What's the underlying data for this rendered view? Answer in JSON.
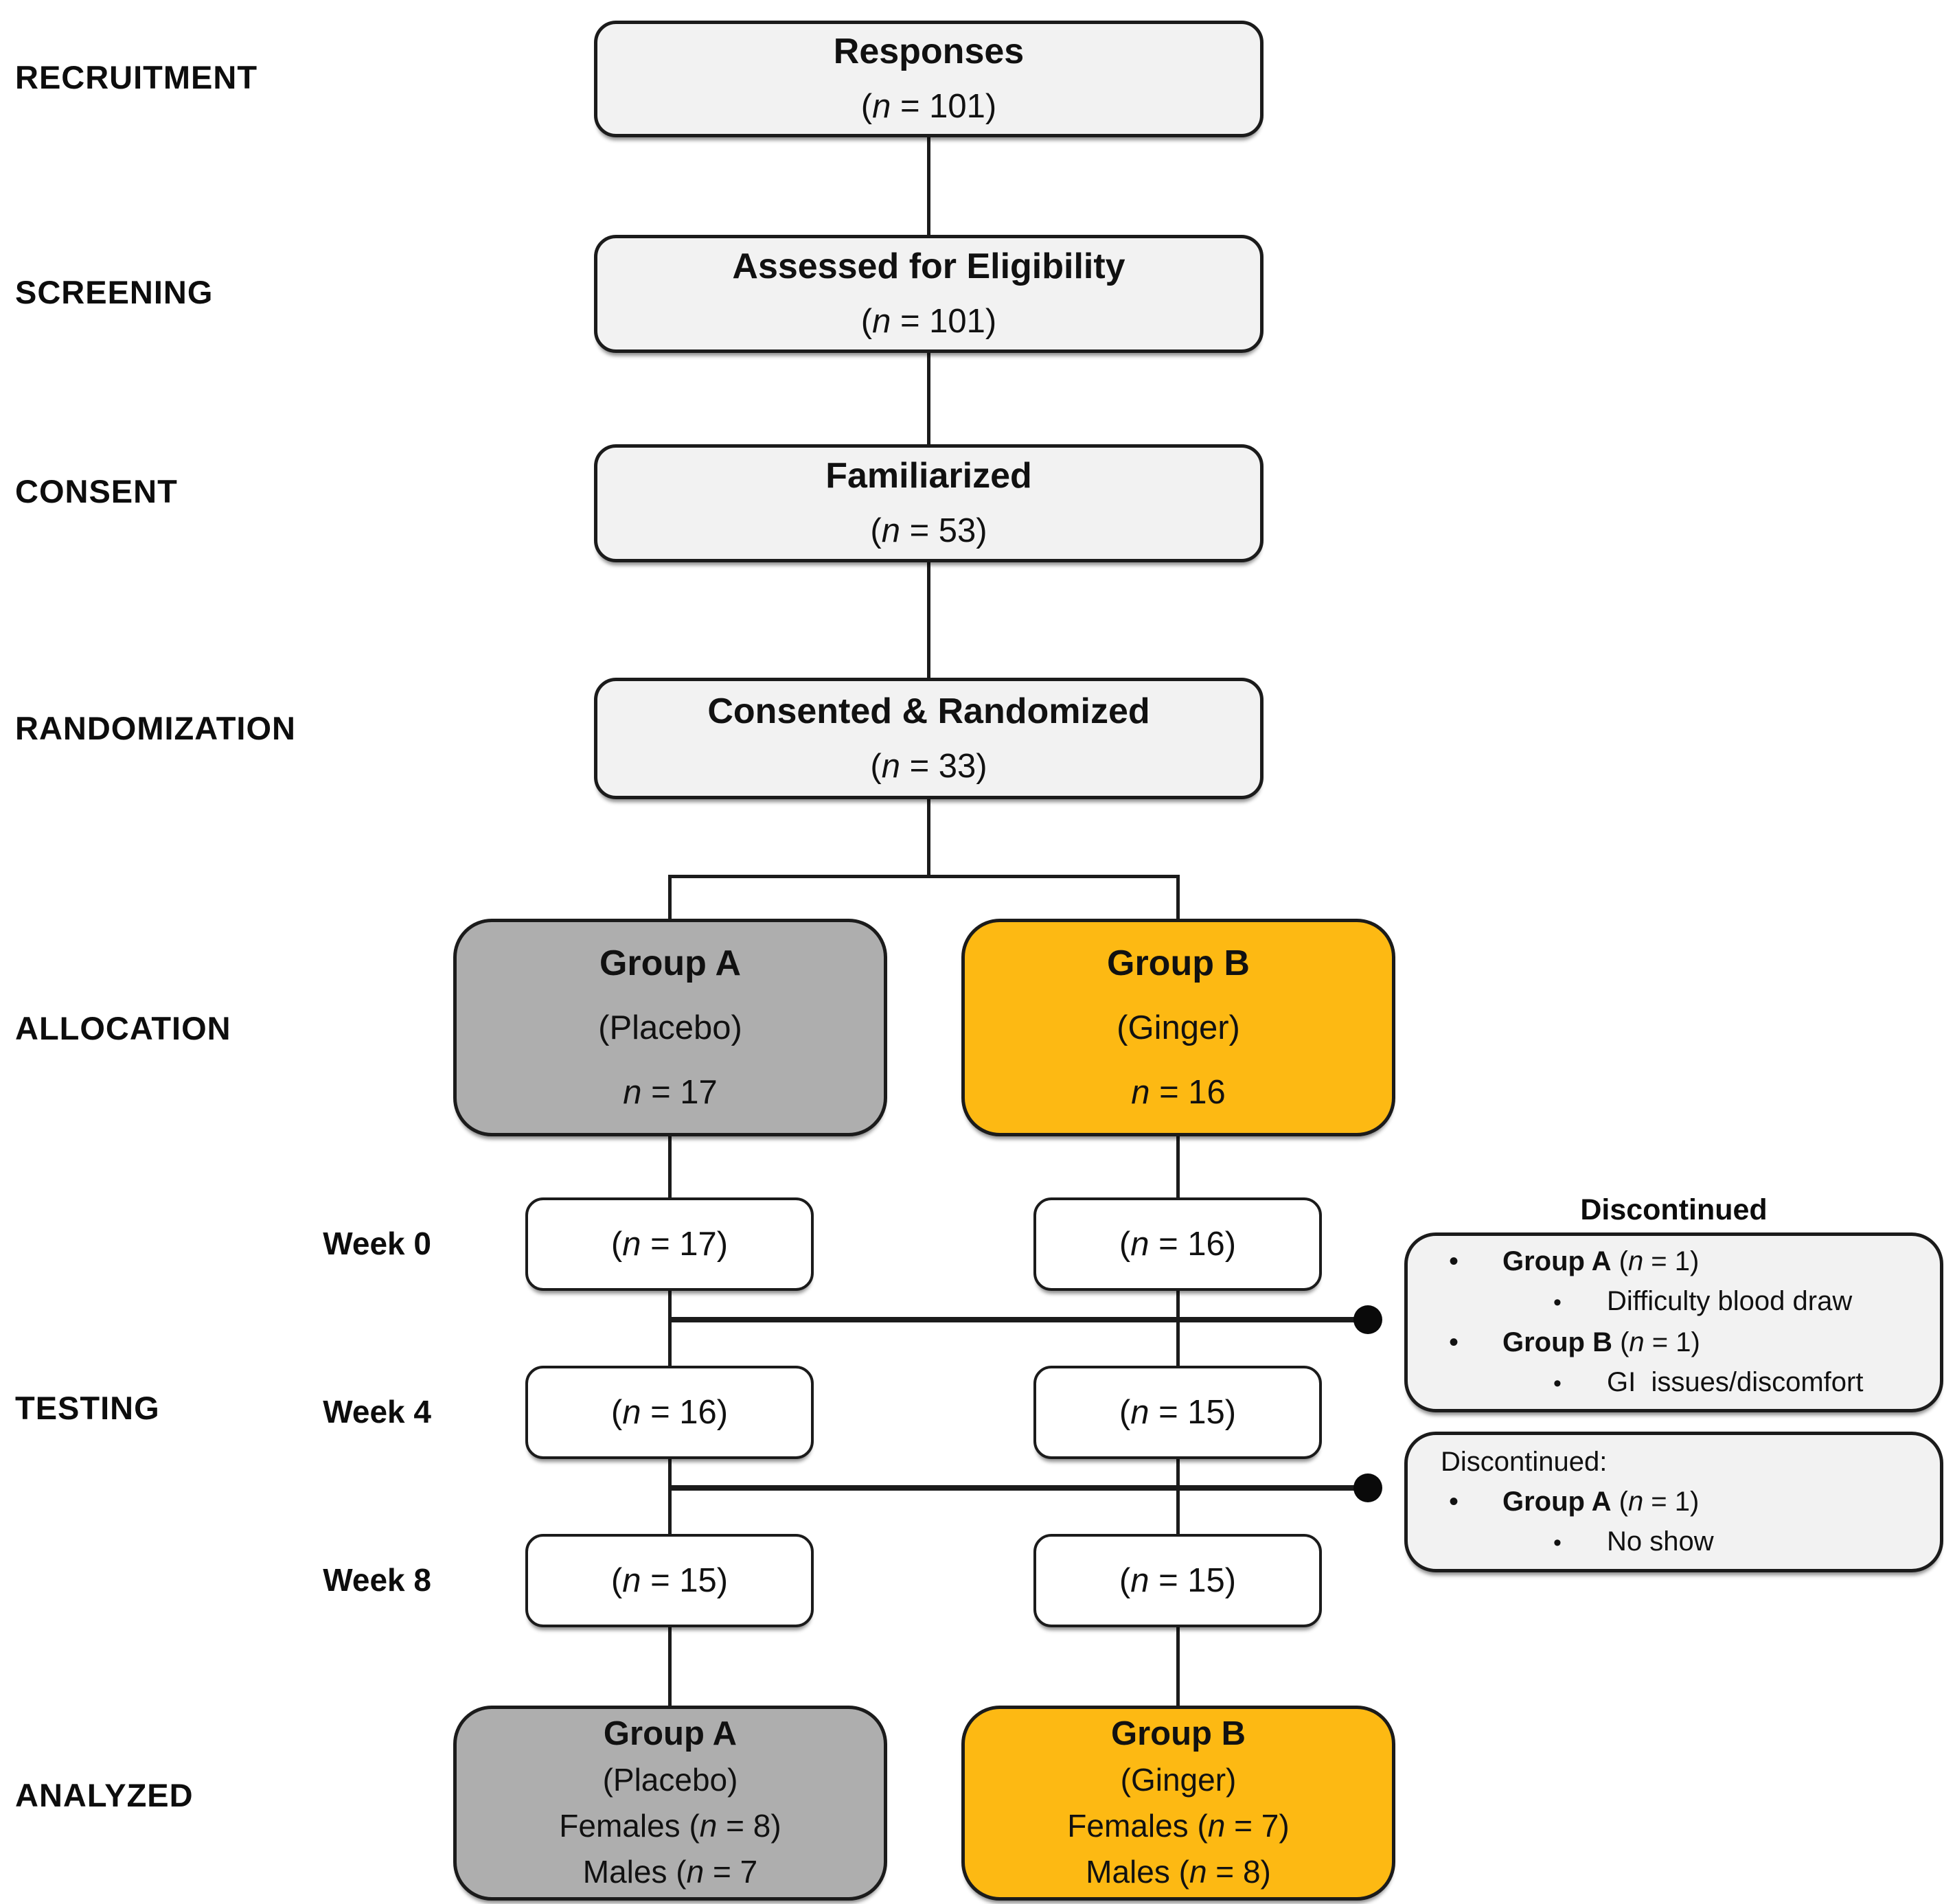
{
  "palette": {
    "group_a_fill": "#AEAEAE",
    "group_b_fill": "#FDB913",
    "light_fill": "#F2F2F2",
    "white_fill": "#FFFFFF",
    "line_color": "#1B1B1B"
  },
  "stages": {
    "recruitment": "RECRUITMENT",
    "screening": "SCREENING",
    "consent": "CONSENT",
    "randomization": "RANDOMIZATION",
    "allocation": "ALLOCATION",
    "testing": "TESTING",
    "analyzed": "ANALYZED"
  },
  "week_labels": {
    "week0": "Week 0",
    "week4": "Week 4",
    "week8": "Week 8"
  },
  "flow": {
    "responses": {
      "title": "Responses",
      "count": "(n = 101)"
    },
    "assessed": {
      "title": "Assessed for Eligibility",
      "count": "(n = 101)"
    },
    "familiarized": {
      "title": "Familiarized",
      "count": "(n = 53)"
    },
    "randomized": {
      "title": "Consented & Randomized",
      "count": "(n = 33)"
    }
  },
  "allocation": {
    "group_a": {
      "title": "Group A",
      "subtitle": "(Placebo)",
      "count": "n = 17"
    },
    "group_b": {
      "title": "Group B",
      "subtitle": "(Ginger)",
      "count": "n = 16"
    }
  },
  "testing_counts": {
    "week0_a": "(n = 17)",
    "week0_b": "(n = 16)",
    "week4_a": "(n = 16)",
    "week4_b": "(n = 15)",
    "week8_a": "(n = 15)",
    "week8_b": "(n = 15)"
  },
  "analyzed": {
    "group_a": {
      "title": "Group A",
      "subtitle": "(Placebo)",
      "females": "Females (n = 8)",
      "males": "Males (n = 7"
    },
    "group_b": {
      "title": "Group B",
      "subtitle": "(Ginger)",
      "females": "Females (n = 7)",
      "males": "Males (n = 8)"
    }
  },
  "discontinued_1": {
    "title": "Discontinued",
    "bullet": "•",
    "items": [
      {
        "label": "Group A",
        "count": " (n = 1)"
      },
      {
        "reason": "Difficulty blood draw"
      },
      {
        "label": "Group B",
        "count": " (n = 1)"
      },
      {
        "reason": "GI  issues/discomfort"
      }
    ]
  },
  "discontinued_2": {
    "heading": "Discontinued:",
    "bullet": "•",
    "items": [
      {
        "label": "Group A",
        "count": " (n = 1)"
      },
      {
        "reason": "No show"
      }
    ]
  }
}
